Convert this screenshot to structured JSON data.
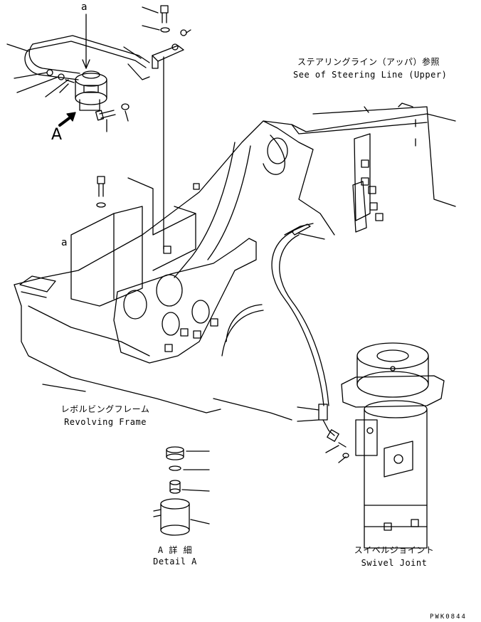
{
  "labels": {
    "view_a_top": "a",
    "view_a_left": "a",
    "view_arrow": "A",
    "steering_jp": "ステアリングライン（アッパ）参照",
    "steering_en": "See of Steering Line (Upper)",
    "frame_jp": "レボルビングフレーム",
    "frame_en": "Revolving Frame",
    "detail_jp": "A 詳 細",
    "detail_en": "Detail A",
    "swivel_jp": "スイベルジョイント",
    "swivel_en": "Swivel Joint",
    "drawing_code": "PWK0844"
  }
}
